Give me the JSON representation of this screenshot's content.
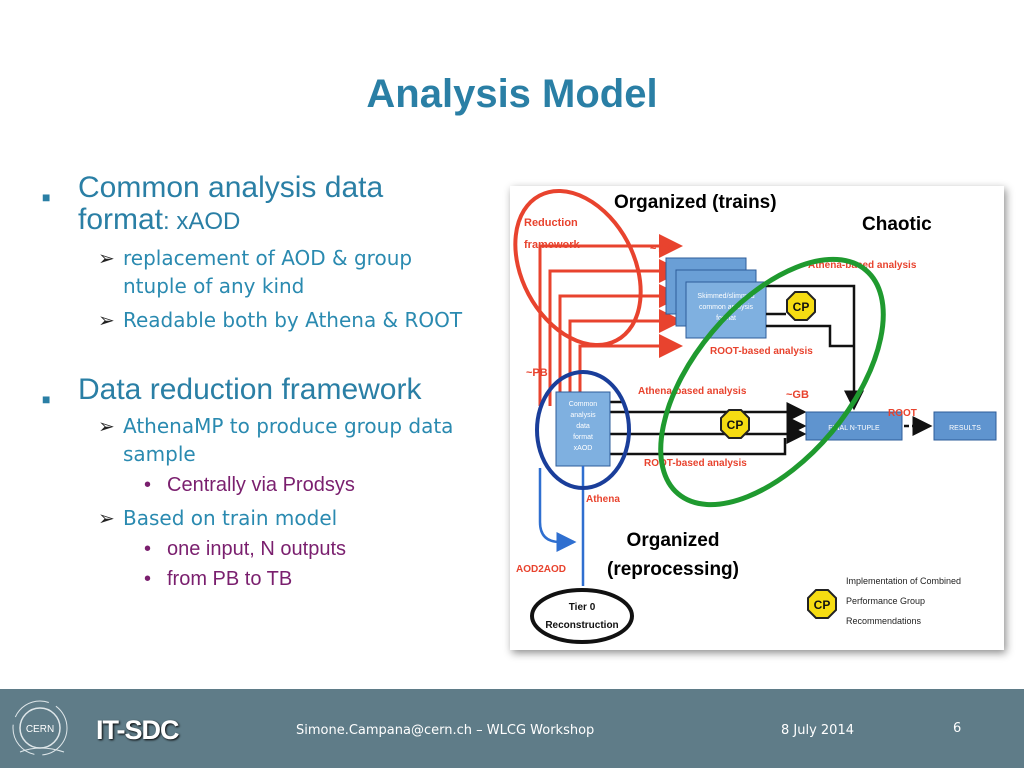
{
  "slide": {
    "title": "Analysis Model",
    "page_number": "6"
  },
  "bullets": [
    {
      "text": "Common analysis data format",
      "suffix": ": xAOD",
      "children": [
        {
          "text": "replacement of AOD & group ntuple of any kind"
        },
        {
          "text": "Readable both by Athena & ROOT"
        }
      ]
    },
    {
      "text": "Data reduction framework",
      "children": [
        {
          "text": "AthenaMP to produce group data sample",
          "children": [
            "Centrally via Prodsys"
          ]
        },
        {
          "text": "Based on train model",
          "children": [
            "one input, N outputs",
            "from PB to TB"
          ]
        }
      ]
    }
  ],
  "diagram": {
    "overlay_organized_trains": "Organized (trains)",
    "overlay_chaotic": "Chaotic",
    "overlay_organized_reprocessing_1": "Organized",
    "overlay_organized_reprocessing_2": "(reprocessing)",
    "reduction_framework_1": "Reduction",
    "reduction_framework_2": "framework",
    "tb_label": "~TB",
    "pb_label": "~PB",
    "gb_label": "~GB",
    "skimmed_1": "Skimmed/slimmed",
    "skimmed_2": "common analysis",
    "skimmed_3": "format",
    "common_1": "Common",
    "common_2": "analysis",
    "common_3": "data",
    "common_4": "format",
    "common_5": "xAOD",
    "athena_based_top": "Athena-based analysis",
    "root_based_top": "ROOT-based analysis",
    "athena_based_mid": "Athena-based analysis",
    "root_based_bottom": "ROOT-based analysis",
    "root_label": "ROOT",
    "final_ntuple": "FINAL N-TUPLE",
    "results": "RESULTS",
    "athena_label": "Athena",
    "aod2aod": "AOD2AOD",
    "tier0_1": "Tier 0",
    "tier0_2": "Reconstruction",
    "cp": "CP",
    "legend_1": "Implementation of Combined",
    "legend_2": "Performance Group",
    "legend_3": "Recommendations"
  },
  "footer": {
    "cern": "CERN",
    "unit": "IT-SDC",
    "author": "Simone.Campana@cern.ch – WLCG Workshop",
    "date": "8 July 2014"
  },
  "colors": {
    "title": "#2a7fa5",
    "footer_bg": "#5f7c88",
    "sub_bullet": "#2a8ab0",
    "sub_sub_bullet": "#7a1f6e",
    "red": "#e8432e",
    "green": "#1f9a2f",
    "navy": "#1a3e9a",
    "box_blue": "#3b7dc6",
    "cp_yellow": "#f6dc12"
  }
}
